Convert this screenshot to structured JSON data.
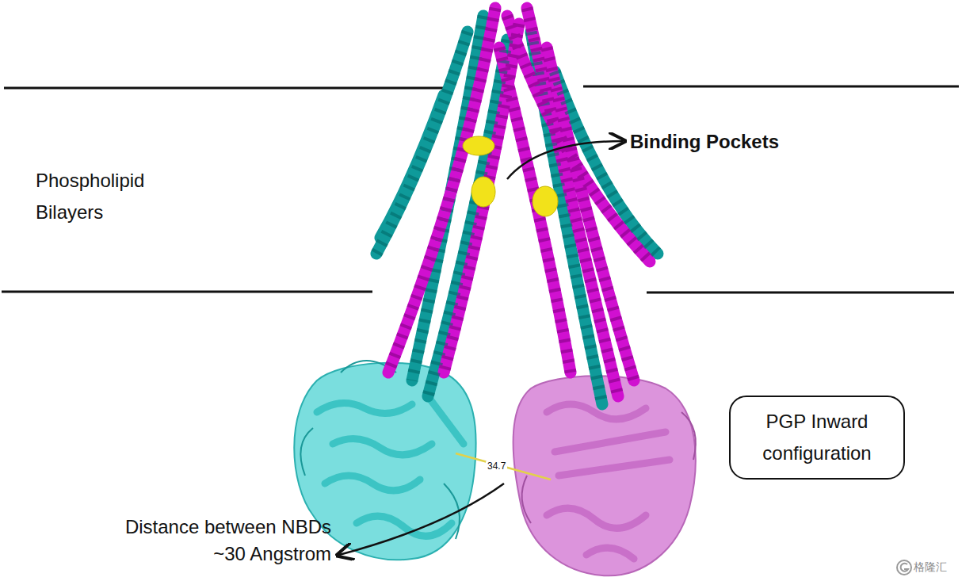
{
  "diagram": {
    "nodes": [
      {
        "text": [
          "PGP Inward configuration"
        ]
      }
    ],
    "labels": [
      "Phospholipid Bilayers",
      "Binding Pockets",
      "34.7",
      "Distance between NBDs ~30 Angstrom",
      "格隆汇"
    ]
  }
}
